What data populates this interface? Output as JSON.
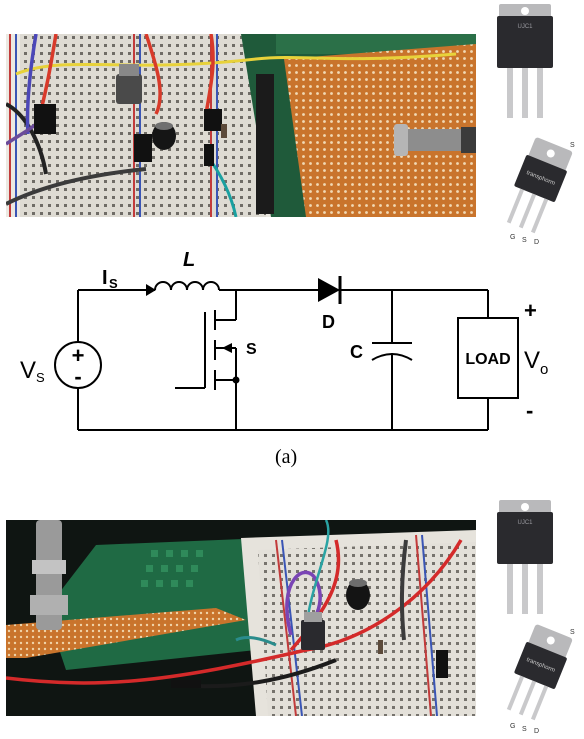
{
  "figure": {
    "caption_a": "(a)"
  },
  "circuit": {
    "source_label": "V",
    "source_sub": "S",
    "source_plus": "+",
    "source_minus": "-",
    "current_label": "I",
    "current_sub": "S",
    "inductor_label": "L",
    "diode_label": "D",
    "switch_label": "S",
    "capacitor_label": "C",
    "load_label": "LOAD",
    "output_label": "V",
    "output_sub": "o",
    "output_plus": "+",
    "output_minus": "-"
  },
  "components": {
    "sic_marking": "UJC1",
    "gan_marking": "transphorm",
    "pin_labels": [
      "G",
      "S",
      "D"
    ],
    "tab_label": "S"
  },
  "colors": {
    "pcb_green": "#1f5a3a",
    "perfboard": "#c9742c",
    "breadboard": "#e6e3dc",
    "package_dark": "#2a2a2e",
    "package_light": "#b9b9bb"
  }
}
